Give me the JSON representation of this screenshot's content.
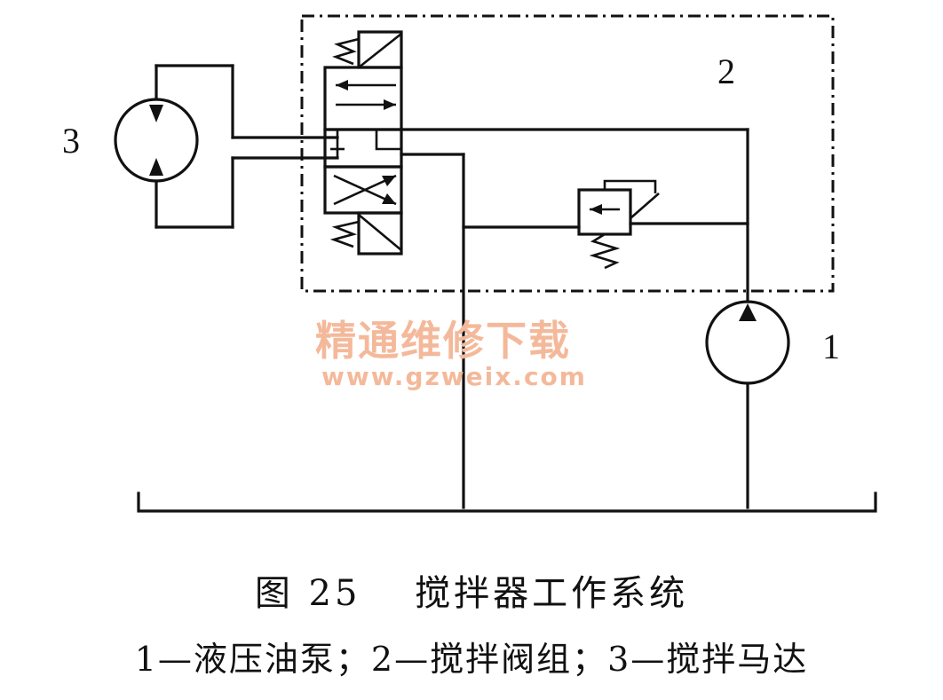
{
  "labels": {
    "pump": "1",
    "valve_group": "2",
    "motor": "3"
  },
  "watermark": {
    "text": "精通维修下载",
    "url": "www.gzweix.com",
    "color": "#f4b99a"
  },
  "caption": {
    "title": "图 25　 搅拌器工作系统",
    "legend": "1—液压油泵；2—搅拌阀组；3—搅拌马达"
  }
}
